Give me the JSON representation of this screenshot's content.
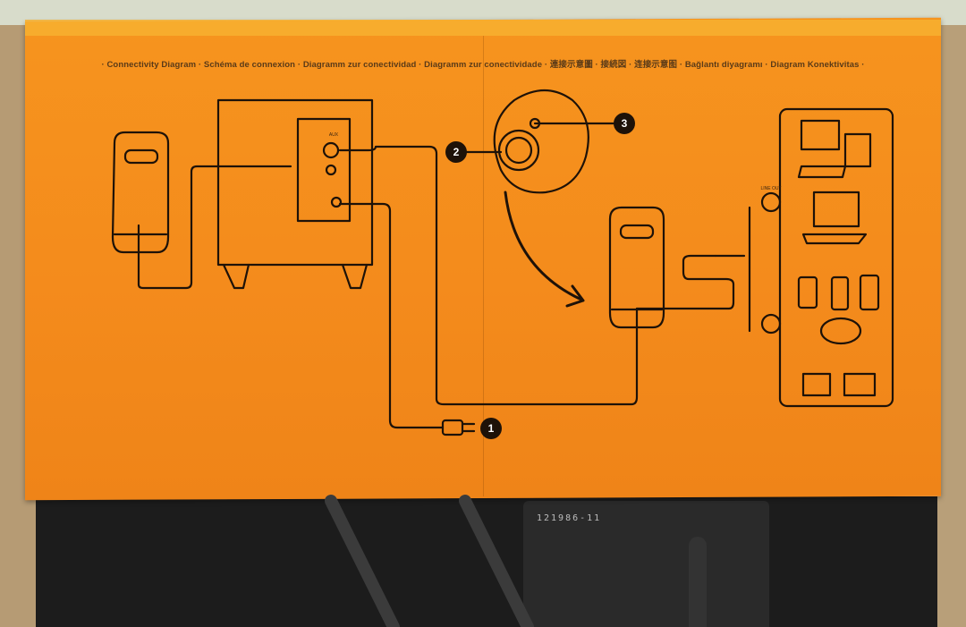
{
  "diagram": {
    "title": "· Connectivity Diagram · Schéma de connexion · Diagramm zur conectividad · Diagramm zur conectividade · 連接示意圖 · 接続図 · 连接示意图 · Bağlantı diyagramı · Diagram Konektivitas ·",
    "badges": [
      "1",
      "2",
      "3"
    ],
    "jack_label": "LINE OUT",
    "panel_label": "AUX"
  },
  "photo": {
    "label_strip_text": "121986-11"
  },
  "colors": {
    "panel_orange": "#f48b1c",
    "line_art": "#1e1208",
    "cardboard": "#b69b74"
  },
  "icons": [
    "speaker-icon",
    "subwoofer-icon",
    "volume-knob-icon",
    "power-plug-icon",
    "desktop-computer-icon",
    "laptop-icon",
    "mp3-player-icon",
    "mobile-phone-icon",
    "media-player-icon",
    "headphone-jack-icon",
    "cd-player-icon",
    "tablet-icon"
  ]
}
